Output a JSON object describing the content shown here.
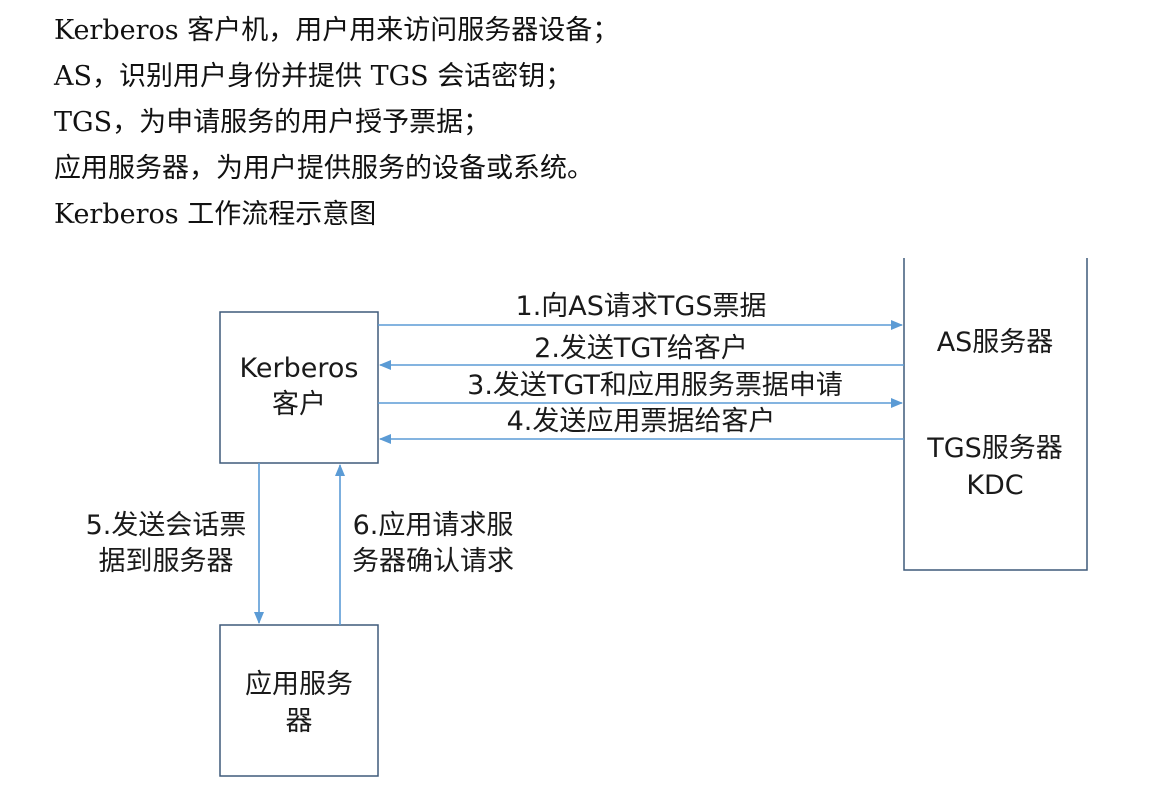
{
  "intro": {
    "lines": [
      "Kerberos 客户机，用户用来访问服务器设备；",
      "AS，识别用户身份并提供 TGS 会话密钥；",
      "TGS，为申请服务的用户授予票据；",
      "应用服务器，为用户提供服务的设备或系统。",
      "Kerberos 工作流程示意图"
    ]
  },
  "diagram": {
    "client": {
      "line1": "Kerberos",
      "line2": "客户"
    },
    "app_server": {
      "line1": "应用服务",
      "line2": "器"
    },
    "kdc": {
      "as_label": "AS服务器",
      "tgs_label": "TGS服务器",
      "kdc_label": "KDC"
    },
    "arrows": {
      "step1": "1.向AS请求TGS票据",
      "step2": "2.发送TGT给客户",
      "step3": "3.发送TGT和应用服务票据申请",
      "step4": "4.发送应用票据给客户",
      "step5_line1": "5.发送会话票",
      "step5_line2": "据到服务器",
      "step6_line1": "6.应用请求服",
      "step6_line2": "务器确认请求"
    },
    "colors": {
      "box_stroke": "#3f5a7a",
      "arrow": "#5b9bd5"
    }
  }
}
